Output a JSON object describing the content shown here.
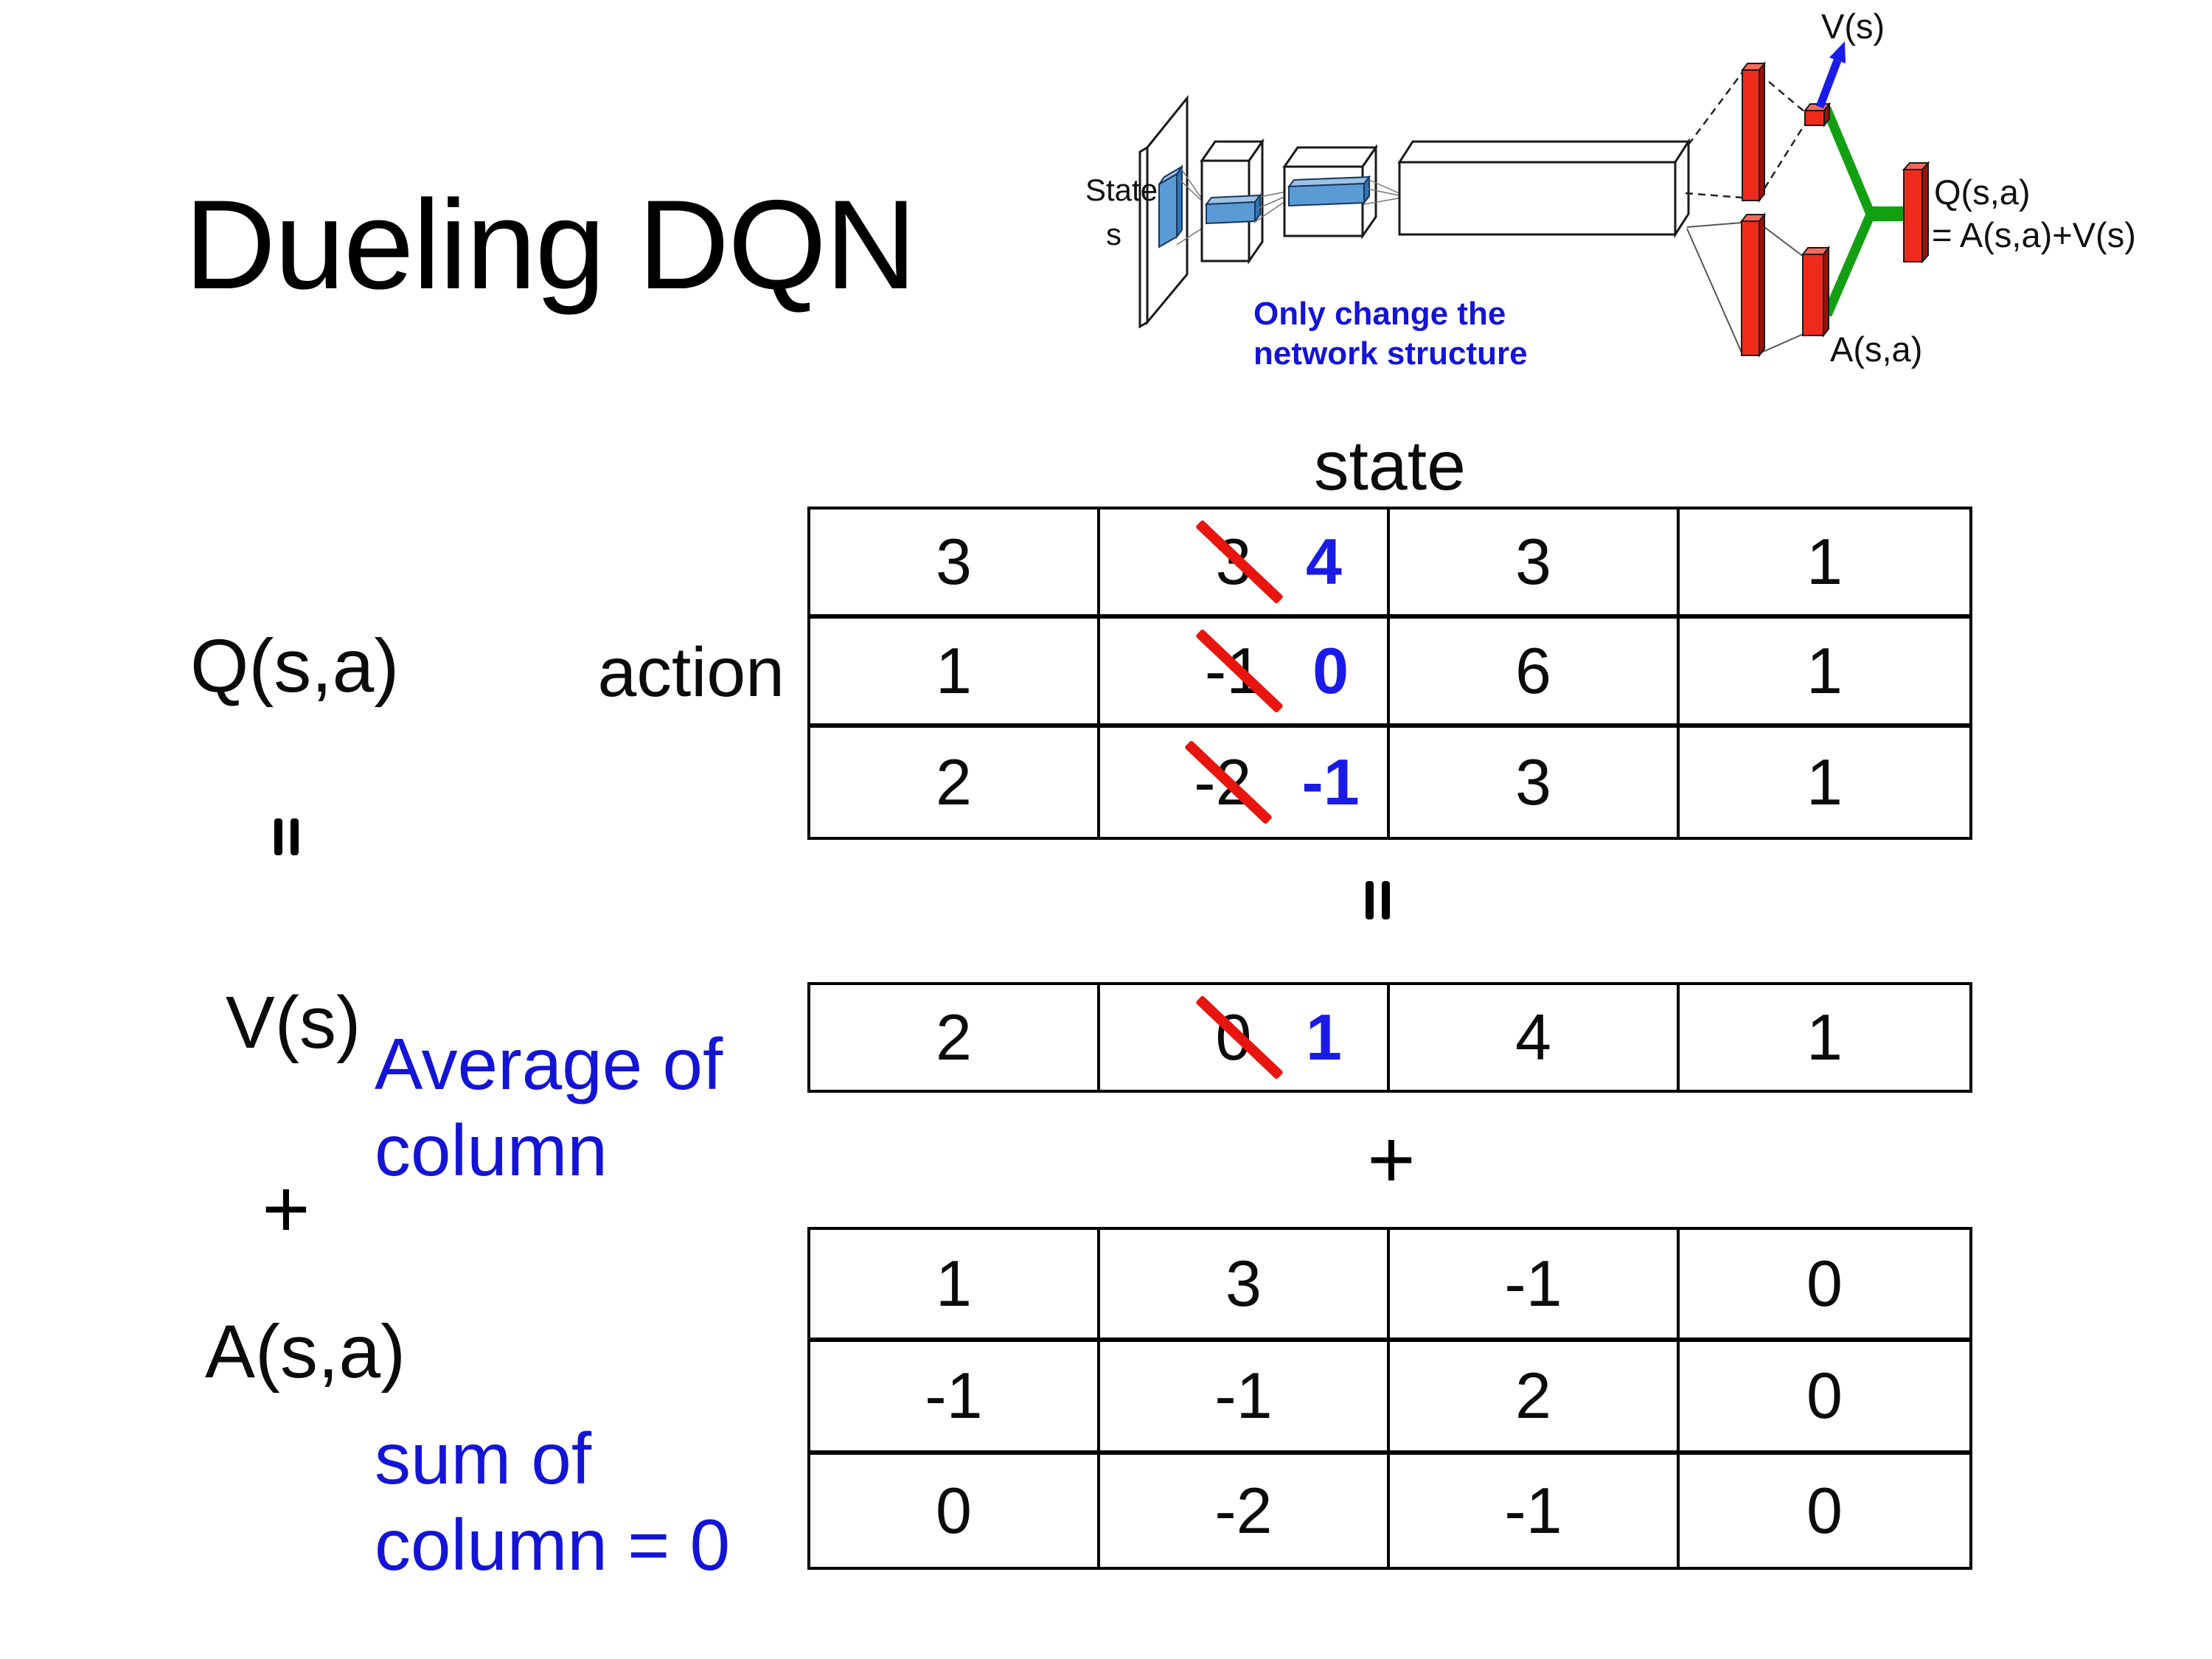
{
  "slide": {
    "title": "Dueling DQN"
  },
  "colors": {
    "strike_red": "#E8150F",
    "replace_blue": "#1B1BE8",
    "note_blue": "#1414D6",
    "arrow_blue": "#1B1BE8",
    "bar_red": "#EE2B1B",
    "bar_red_top": "#F9695B",
    "bar_red_side": "#9C1005",
    "link_green": "#12A012",
    "slab_blue": "#5B9BD5",
    "slab_blue_top": "#9DC3E6",
    "slab_blue_side": "#2E74B5"
  },
  "diagram": {
    "state_label_line1": "State",
    "state_label_line2": "s",
    "note_line1": "Only change the",
    "note_line2": "network structure",
    "v_output_label": "V(s)",
    "q_output_label_line1": "Q(s,a)",
    "q_output_label_line2": "= A(s,a)+V(s)",
    "a_output_label": "A(s,a)"
  },
  "matrix": {
    "column_header": "state",
    "row_header": "action",
    "q_label": "Q(s,a)",
    "v_label": "V(s)",
    "a_label": "A(s,a)",
    "equals_left": "=",
    "equals_mid": "=",
    "plus_left": "+",
    "plus_mid": "+",
    "average_note_line1": "Average of",
    "average_note_line2": "column",
    "sum_note_line1": "sum of",
    "sum_note_line2": "column = 0",
    "q_table": {
      "rows": [
        [
          {
            "value": "3"
          },
          {
            "value": "3",
            "replacement": "4"
          },
          {
            "value": "3"
          },
          {
            "value": "1"
          }
        ],
        [
          {
            "value": "1"
          },
          {
            "value": "-1",
            "replacement": "0"
          },
          {
            "value": "6"
          },
          {
            "value": "1"
          }
        ],
        [
          {
            "value": "2"
          },
          {
            "value": "-2",
            "replacement": "-1"
          },
          {
            "value": "3"
          },
          {
            "value": "1"
          }
        ]
      ]
    },
    "v_table": {
      "rows": [
        [
          {
            "value": "2"
          },
          {
            "value": "0",
            "replacement": "1"
          },
          {
            "value": "4"
          },
          {
            "value": "1"
          }
        ]
      ]
    },
    "a_table": {
      "rows": [
        [
          {
            "value": "1"
          },
          {
            "value": "3"
          },
          {
            "value": "-1"
          },
          {
            "value": "0"
          }
        ],
        [
          {
            "value": "-1"
          },
          {
            "value": "-1"
          },
          {
            "value": "2"
          },
          {
            "value": "0"
          }
        ],
        [
          {
            "value": "0"
          },
          {
            "value": "-2"
          },
          {
            "value": "-1"
          },
          {
            "value": "0"
          }
        ]
      ]
    }
  }
}
